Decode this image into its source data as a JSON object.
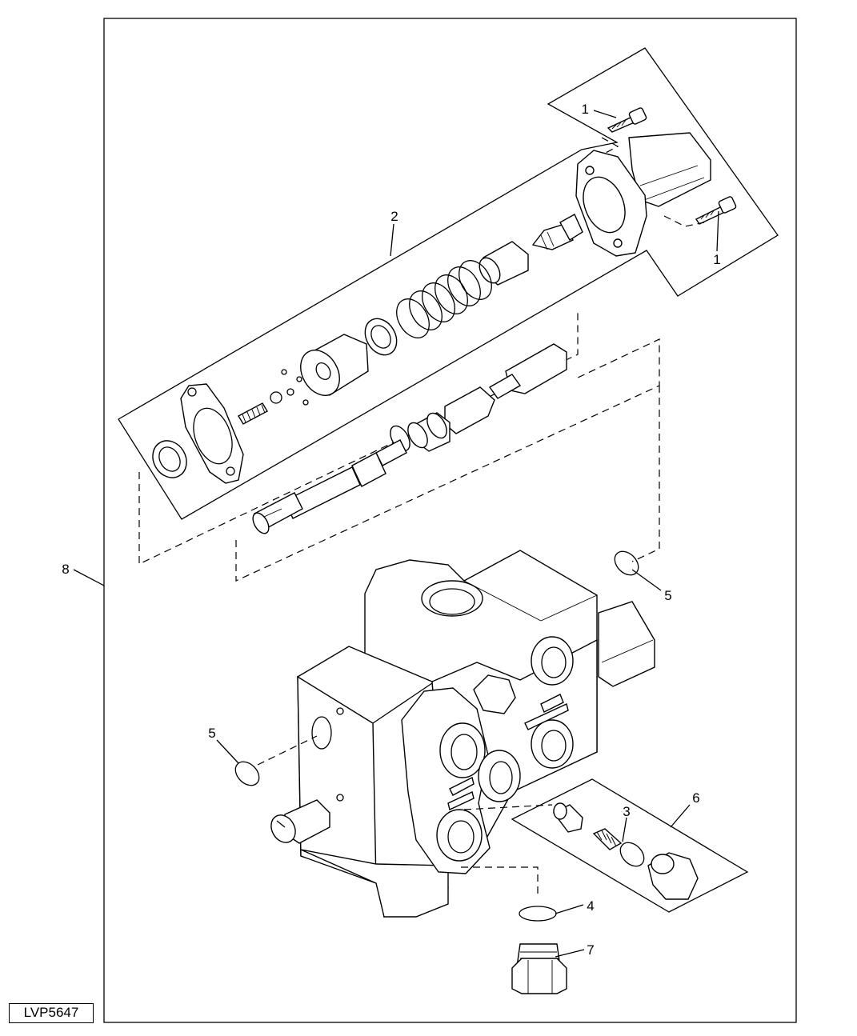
{
  "figure_id": "LVP5647",
  "callouts": {
    "c1a": "1",
    "c1b": "1",
    "c2": "2",
    "c3": "3",
    "c4": "4",
    "c5a": "5",
    "c5b": "5",
    "c6": "6",
    "c7": "7",
    "c8": "8"
  }
}
